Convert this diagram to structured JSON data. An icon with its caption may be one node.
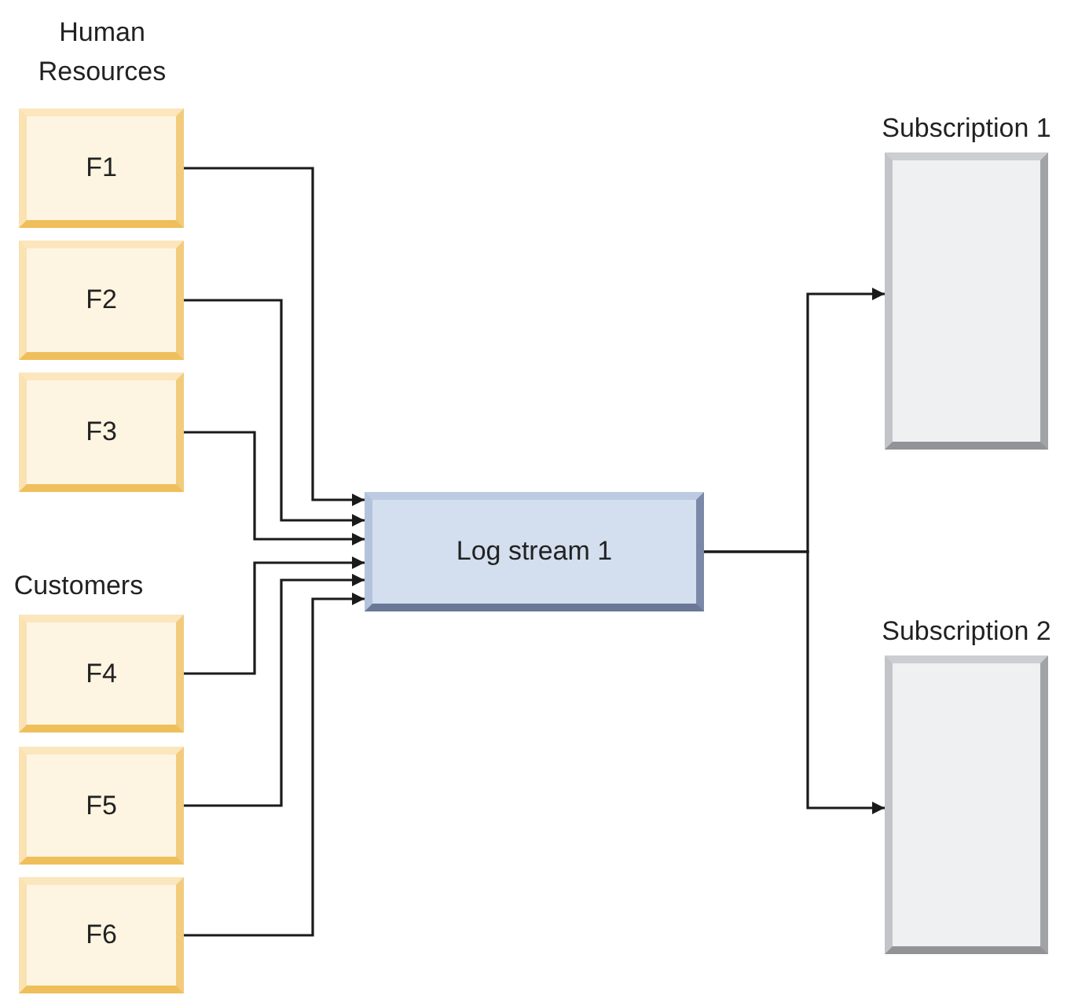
{
  "diagram": {
    "nodes": [
      {
        "text": [
          "F1"
        ]
      },
      {
        "text": [
          "F2"
        ]
      },
      {
        "text": [
          "F3"
        ]
      },
      {
        "text": [
          "F4"
        ]
      },
      {
        "text": [
          "F5"
        ]
      },
      {
        "text": [
          "F6"
        ]
      },
      {
        "text": [
          "Log stream 1"
        ]
      },
      {
        "text": [
          "Subscription 1"
        ]
      },
      {
        "text": [
          "Subscription 2"
        ]
      }
    ],
    "edges": [
      {
        "from": 0,
        "to": 6,
        "arrow": "to"
      },
      {
        "from": 1,
        "to": 6,
        "arrow": "to"
      },
      {
        "from": 2,
        "to": 6,
        "arrow": "to"
      },
      {
        "from": 3,
        "to": 6,
        "arrow": "to"
      },
      {
        "from": 4,
        "to": 6,
        "arrow": "to"
      },
      {
        "from": 5,
        "to": 6,
        "arrow": "to"
      },
      {
        "from": 6,
        "to": 7,
        "arrow": "to"
      },
      {
        "from": 6,
        "to": 8,
        "arrow": "to"
      }
    ],
    "labels": [
      "Human Resources",
      "Customers"
    ]
  }
}
